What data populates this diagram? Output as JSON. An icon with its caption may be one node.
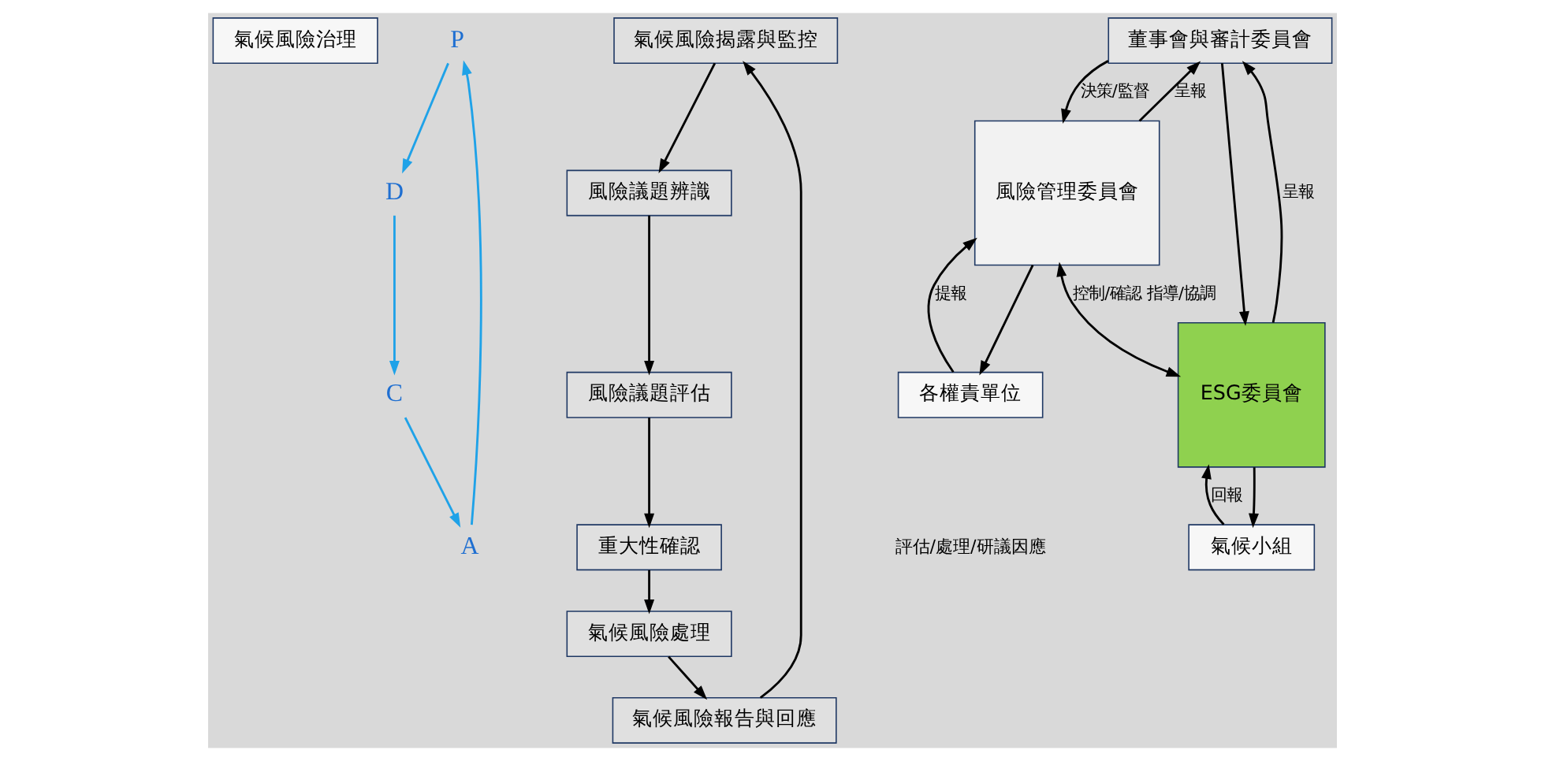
{
  "diagram": {
    "nodes": [
      {
        "text": [
          "氣候風險治理"
        ]
      },
      {
        "text": [
          "P"
        ]
      },
      {
        "text": [
          "氣候風險揭露與監控"
        ]
      },
      {
        "text": [
          "A"
        ]
      },
      {
        "text": [
          "風險議題辨識"
        ]
      },
      {
        "text": [
          "C"
        ]
      },
      {
        "text": [
          "氣候風險報告與回應"
        ]
      },
      {
        "text": [
          "風險議題評估"
        ]
      },
      {
        "text": [
          "重大性確認"
        ]
      },
      {
        "text": [
          "氣候風險處理"
        ]
      },
      {
        "text": [
          "D"
        ]
      },
      {
        "text": [
          "董事會與審計委員會"
        ]
      },
      {
        "text": [
          "風險管理委員會"
        ]
      },
      {
        "text": [
          "ESG委員會"
        ]
      },
      {
        "text": [
          "各權責單位"
        ]
      },
      {
        "text": [
          "氣候小組"
        ]
      }
    ],
    "edges": [
      {
        "from": 2,
        "to": 4,
        "arrow": "to"
      },
      {
        "from": 4,
        "to": 7,
        "arrow": "to"
      },
      {
        "from": 7,
        "to": 8,
        "arrow": "to"
      },
      {
        "from": 8,
        "to": 9,
        "arrow": "to"
      },
      {
        "from": 9,
        "to": 6,
        "arrow": "to"
      },
      {
        "from": 6,
        "to": 2,
        "arrow": "to"
      },
      {
        "from": 1,
        "to": 10,
        "arrow": "to",
        "color": "#1fa2e8"
      },
      {
        "from": 10,
        "to": 5,
        "arrow": "to",
        "color": "#1fa2e8"
      },
      {
        "from": 5,
        "to": 3,
        "arrow": "to",
        "color": "#1fa2e8"
      },
      {
        "from": 3,
        "to": 1,
        "arrow": "to",
        "color": "#1fa2e8"
      },
      {
        "from": 12,
        "to": 11,
        "arrow": "to",
        "label": "呈報"
      },
      {
        "from": 11,
        "to": 12,
        "arrow": "to",
        "label": "決策/監督"
      },
      {
        "from": 11,
        "to": 13,
        "arrow": "to"
      },
      {
        "from": 13,
        "to": 11,
        "arrow": "to",
        "label": "呈報"
      },
      {
        "from": 12,
        "to": 13,
        "arrow": "both",
        "label": "控制/確認 指導/協調"
      },
      {
        "from": 14,
        "to": 12,
        "arrow": "to",
        "label": "提報"
      },
      {
        "from": 12,
        "to": 14,
        "arrow": "to"
      },
      {
        "from": 13,
        "to": 15,
        "arrow": "to"
      },
      {
        "from": 15,
        "to": 13,
        "arrow": "to",
        "label": "回報"
      }
    ],
    "labels": [
      "評估/處理/研議因應"
    ]
  }
}
